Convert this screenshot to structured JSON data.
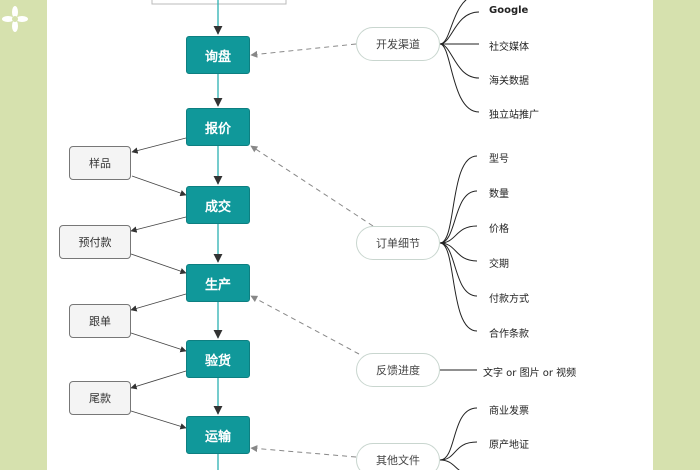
{
  "steps": [
    "询盘",
    "报价",
    "成交",
    "生产",
    "验货",
    "运输"
  ],
  "side_items": [
    "样品",
    "预付款",
    "跟单",
    "尾款"
  ],
  "categories": [
    "开发渠道",
    "订单细节",
    "反馈进度",
    "其他文件"
  ],
  "leaves": {
    "channels": [
      "Google",
      "社交媒体",
      "海关数据",
      "独立站推广"
    ],
    "order": [
      "型号",
      "数量",
      "价格",
      "交期",
      "付款方式",
      "合作条款"
    ],
    "feedback": [
      "文字 or 图片 or 视频"
    ],
    "docs": [
      "商业发票",
      "原产地证"
    ]
  },
  "colors": {
    "frame": "#d6e1ae",
    "step": "#10989a",
    "line": "#222222",
    "dashed": "#888888"
  }
}
